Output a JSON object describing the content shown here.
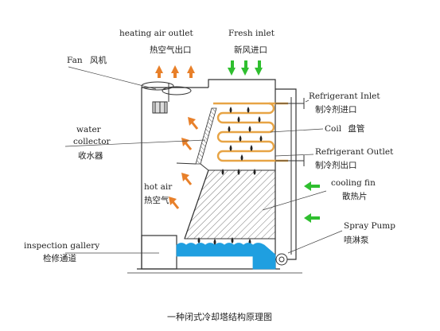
{
  "labels": {
    "heating_air_outlet": {
      "en": "heating air outlet",
      "zh": "热空气出口"
    },
    "fresh_inlet": {
      "en": "Fresh inlet",
      "zh": "新风进口"
    },
    "fan": {
      "en": "Fan",
      "zh": "风机"
    },
    "water_collector": {
      "en1": "water",
      "en2": "collector",
      "zh": "收水器"
    },
    "hot_air": {
      "en": "hot air",
      "zh": "热空气"
    },
    "inspection_gallery": {
      "en": "inspection gallery",
      "zh": "检修通道"
    },
    "refrigerant_inlet": {
      "en": "Refrigerant Inlet",
      "zh": "制冷剂进口"
    },
    "coil": {
      "en": "Coil",
      "zh": "盘管"
    },
    "refrigerant_outlet": {
      "en": "Refrigerant Outlet",
      "zh": "制冷剂出口"
    },
    "cooling_fin": {
      "en": "cooling fin",
      "zh": "散热片"
    },
    "spray_pump": {
      "en": "Spray Pump",
      "zh": "喷淋泵"
    }
  },
  "caption": "一种闭式冷却塔结构原理图",
  "colors": {
    "hot_arrow": "#e8802a",
    "fresh_arrow": "#2fbf2f",
    "coil": "#e7a445",
    "water": "#1f9fe0",
    "drop": "#222222",
    "outline": "#333333"
  }
}
